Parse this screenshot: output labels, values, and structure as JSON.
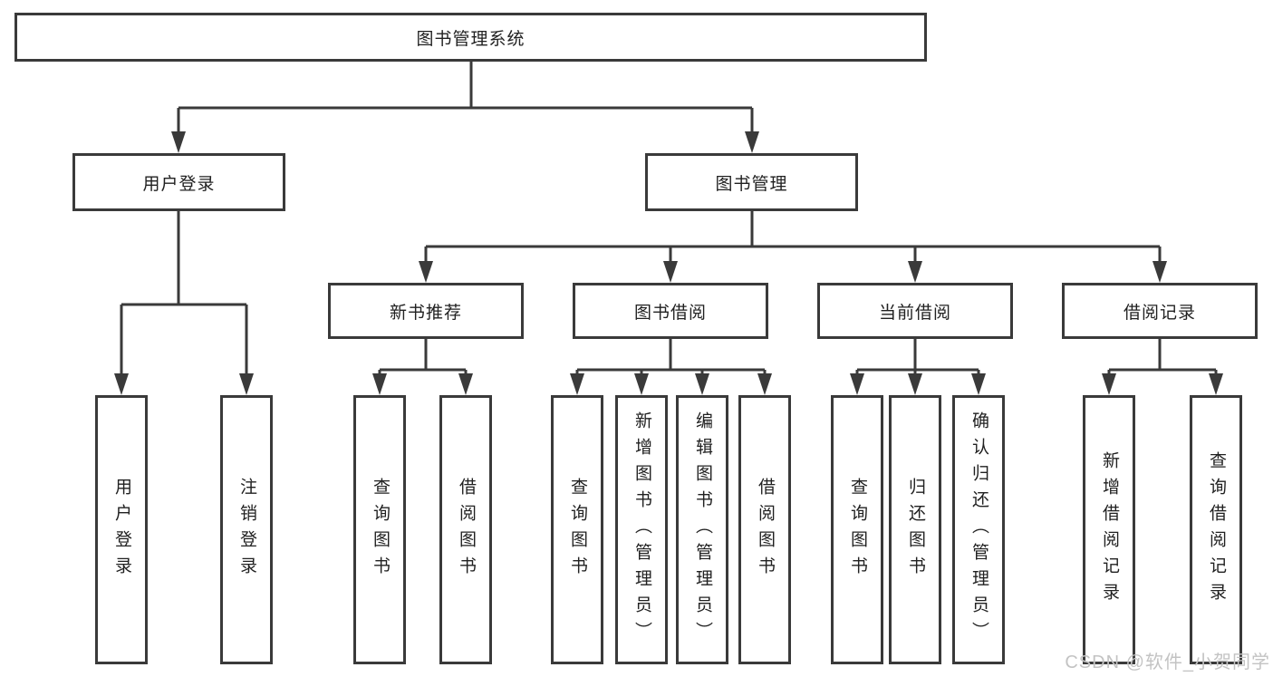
{
  "tree": {
    "label": "图书管理系统",
    "children": [
      {
        "label": "用户登录",
        "children": [
          {
            "label": "用户登录"
          },
          {
            "label": "注销登录"
          }
        ]
      },
      {
        "label": "图书管理",
        "children": [
          {
            "label": "新书推荐",
            "children": [
              {
                "label": "查询图书"
              },
              {
                "label": "借阅图书"
              }
            ]
          },
          {
            "label": "图书借阅",
            "children": [
              {
                "label": "查询图书"
              },
              {
                "label": "新增图书（管理员）"
              },
              {
                "label": "编辑图书（管理员）"
              },
              {
                "label": "借阅图书"
              }
            ]
          },
          {
            "label": "当前借阅",
            "children": [
              {
                "label": "查询图书"
              },
              {
                "label": "归还图书"
              },
              {
                "label": "确认归还（管理员）"
              }
            ]
          },
          {
            "label": "借阅记录",
            "children": [
              {
                "label": "新增借阅记录"
              },
              {
                "label": "查询借阅记录"
              }
            ]
          }
        ]
      }
    ]
  },
  "watermark": {
    "text": "CSDN @软件_小贺同学"
  },
  "colors": {
    "line": "#3a3a3a",
    "box_border": "#3a3a3a",
    "text": "#212121",
    "watermark": "#c3c3c3",
    "background": "#ffffff"
  }
}
